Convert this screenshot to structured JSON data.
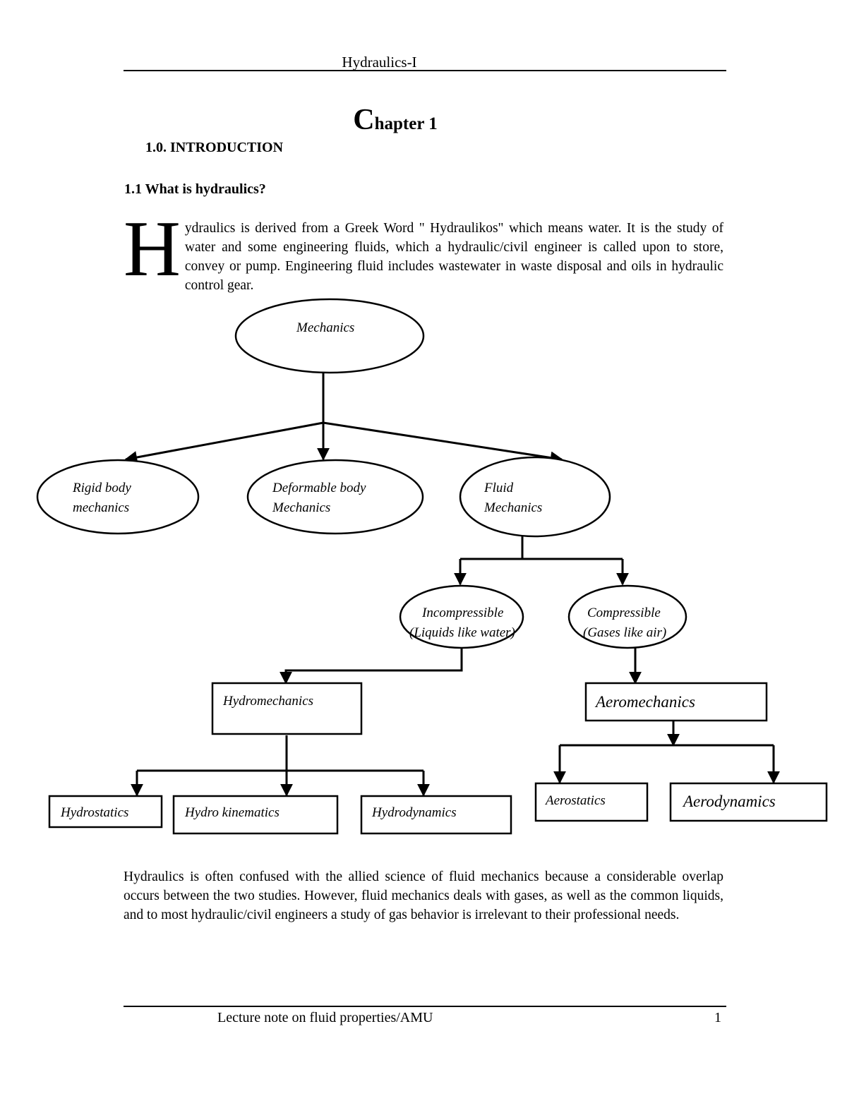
{
  "header": {
    "title": "Hydraulics-I"
  },
  "chapter": {
    "initial": "C",
    "rest": "hapter 1"
  },
  "sections": {
    "introduction": "1.0. INTRODUCTION",
    "what_is": "1.1  What is hydraulics?"
  },
  "intro_paragraph": {
    "dropcap": "H",
    "text": "ydraulics is derived from a Greek Word \" Hydraulikos\" which means water. It is the study of water and some engineering fluids, which a hydraulic/civil engineer is called upon to store, convey or pump. Engineering fluid includes wastewater in waste disposal and oils in hydraulic control gear."
  },
  "diagram": {
    "mechanics": "Mechanics",
    "rigid_1": "Rigid body",
    "rigid_2": "mechanics",
    "deformable_1": "Deformable body",
    "deformable_2": "Mechanics",
    "fluid_1": "Fluid",
    "fluid_2": "Mechanics",
    "incompressible_1": "Incompressible",
    "incompressible_2": "(Liquids like water)",
    "compressible_1": "Compressible",
    "compressible_2": "(Gases like air)",
    "hydromechanics": "Hydromechanics",
    "aeromechanics": "Aeromechanics",
    "hydrostatics": "Hydrostatics",
    "hydrokinematics": "Hydro kinematics",
    "hydrodynamics": "Hydrodynamics",
    "aerostatics": "Aerostatics",
    "aerodynamics": "Aerodynamics"
  },
  "paragraph2": "Hydraulics is often confused with the allied science of fluid mechanics because a considerable overlap occurs between the two studies. However, fluid mechanics deals with gases, as well as the common liquids, and to most hydraulic/civil engineers a study of gas behavior is irrelevant to their professional needs.",
  "footer": {
    "text": "Lecture note on fluid properties/AMU",
    "page": "1"
  }
}
